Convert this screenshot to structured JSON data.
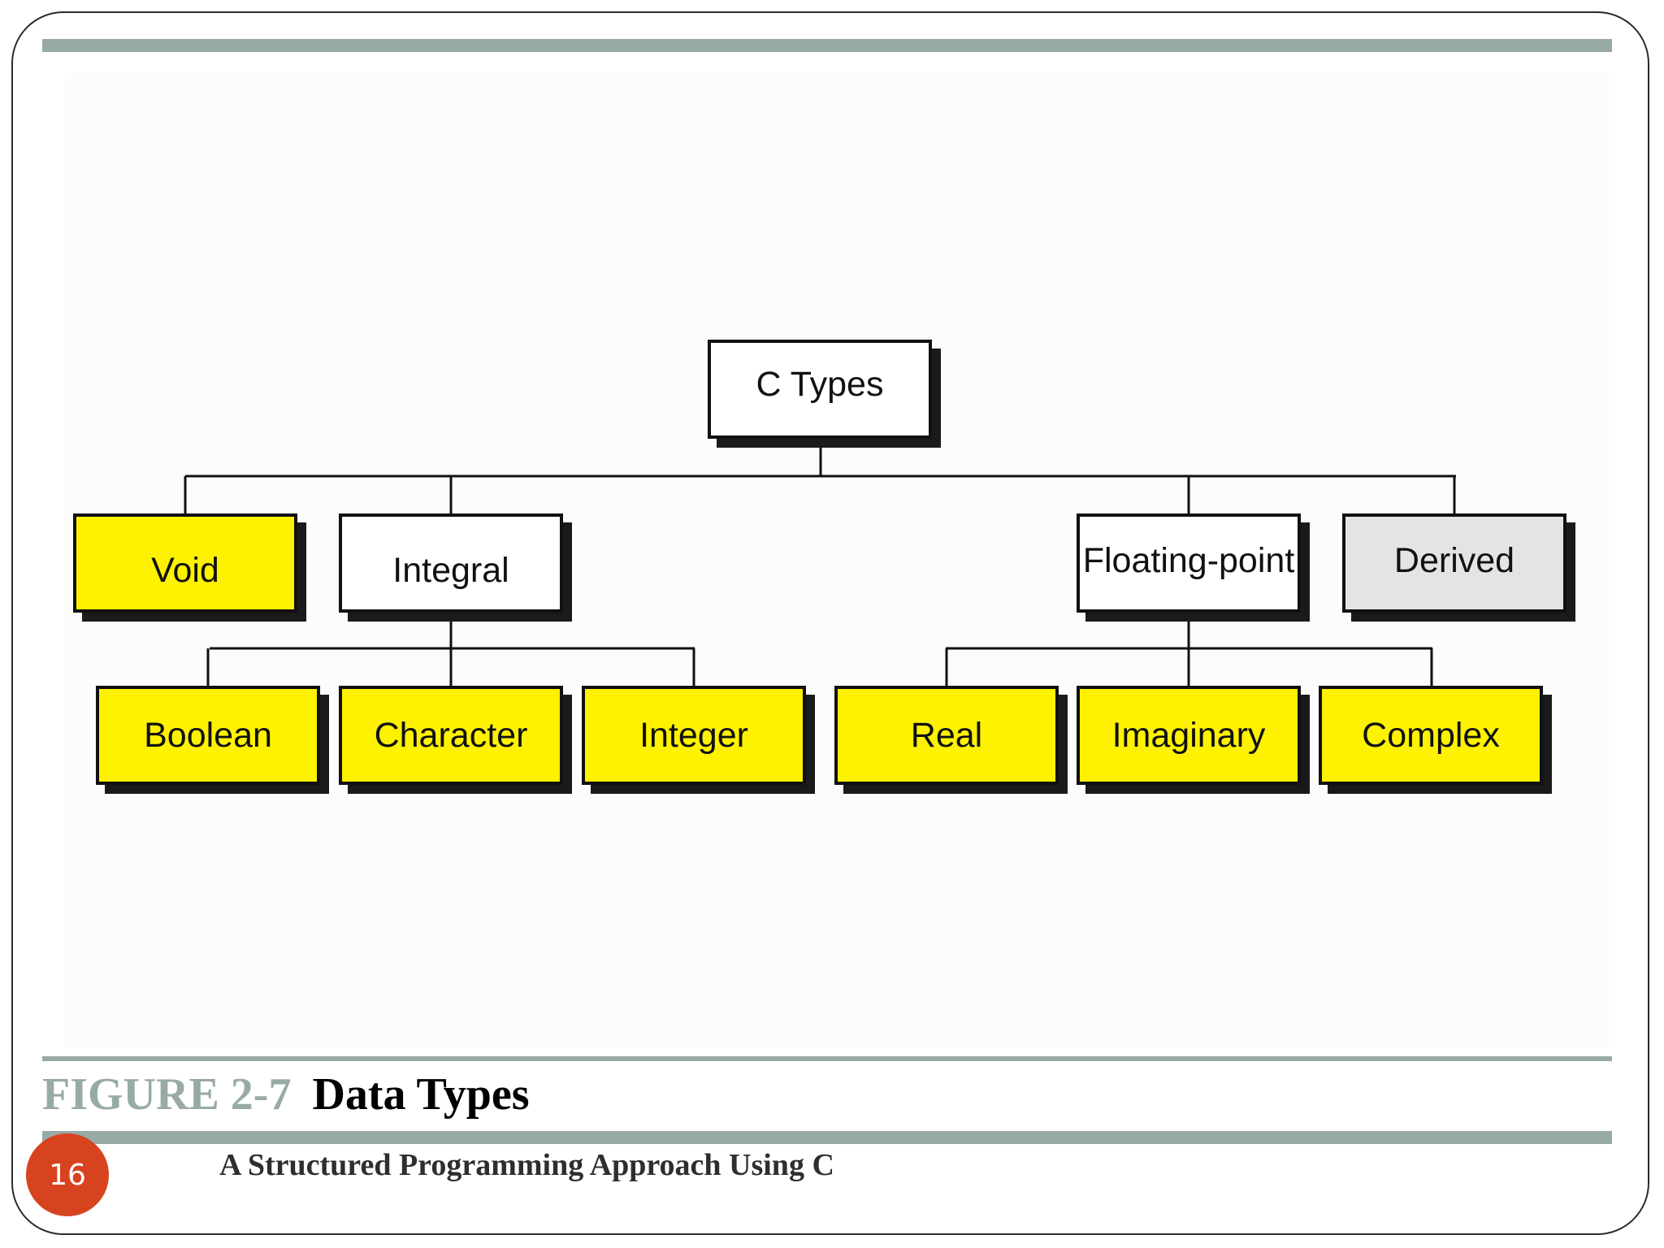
{
  "diagram": {
    "root": {
      "label": "C Types",
      "color": "#ffffff"
    },
    "level1": [
      {
        "label": "Void",
        "color": "#fff200"
      },
      {
        "label": "Integral",
        "color": "#ffffff"
      },
      {
        "label": "Floating-point",
        "color": "#ffffff"
      },
      {
        "label": "Derived",
        "color": "#e4e4e6"
      }
    ],
    "integral_children": [
      {
        "label": "Boolean",
        "color": "#fff200"
      },
      {
        "label": "Character",
        "color": "#fff200"
      },
      {
        "label": "Integer",
        "color": "#fff200"
      }
    ],
    "floating_children": [
      {
        "label": "Real",
        "color": "#fff200"
      },
      {
        "label": "Imaginary",
        "color": "#fff200"
      },
      {
        "label": "Complex",
        "color": "#fff200"
      }
    ]
  },
  "caption": {
    "figure_number": "FIGURE 2-7",
    "figure_title": "Data Types"
  },
  "footer": {
    "book_title": "A Structured Programming Approach Using C",
    "page_number": "16"
  },
  "colors": {
    "accent_bar": "#97aaa6",
    "badge": "#d8431f",
    "highlight": "#fff200"
  }
}
